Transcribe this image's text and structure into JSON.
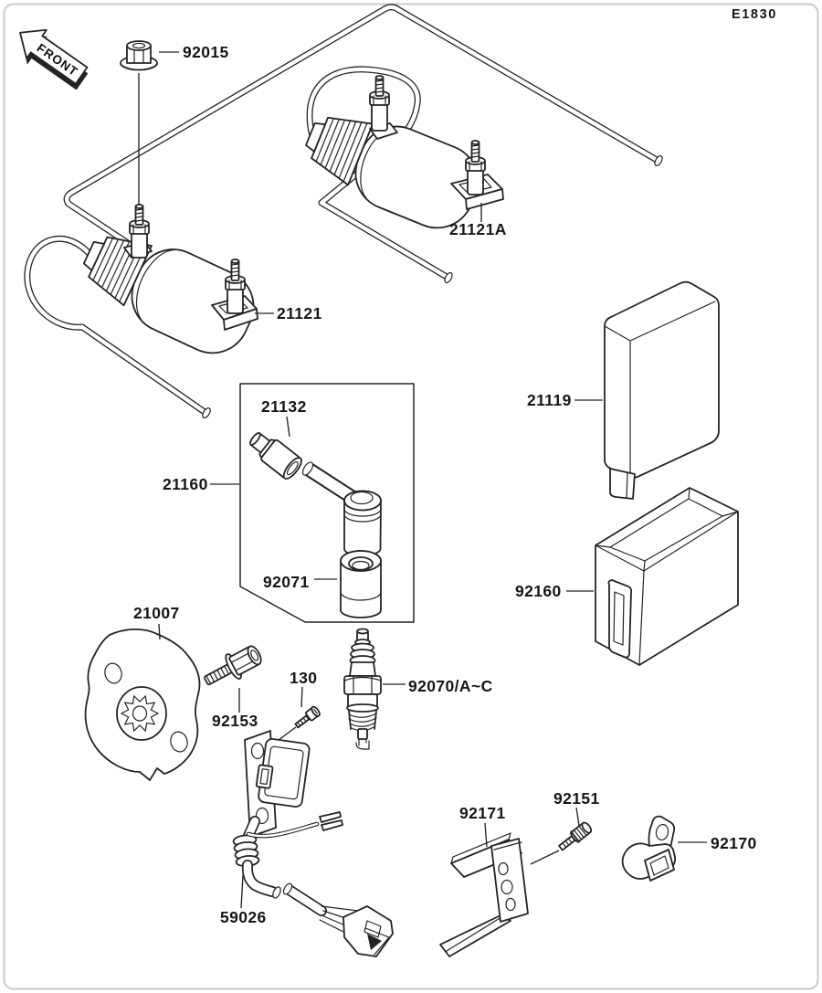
{
  "drawing": {
    "code": "E1830",
    "front_marker": "FRONT"
  },
  "part_labels": {
    "nut": "92015",
    "coil_upper": "21121A",
    "coil_lower": "21121",
    "cap_resistor": "21132",
    "plug_cap_assy": "21160",
    "grommet": "92071",
    "igniter": "21119",
    "case": "92160",
    "timing_rotor": "21007",
    "bolt": "92153",
    "screw_small": "130",
    "spark_plug": "92070/A~C",
    "pickup_coil": "59026",
    "bracket": "92171",
    "screw_bracket": "92151",
    "clamp": "92170"
  },
  "colors": {
    "line": "#242424",
    "background": "#ffffff",
    "frame_border": "#c6cbd1"
  }
}
